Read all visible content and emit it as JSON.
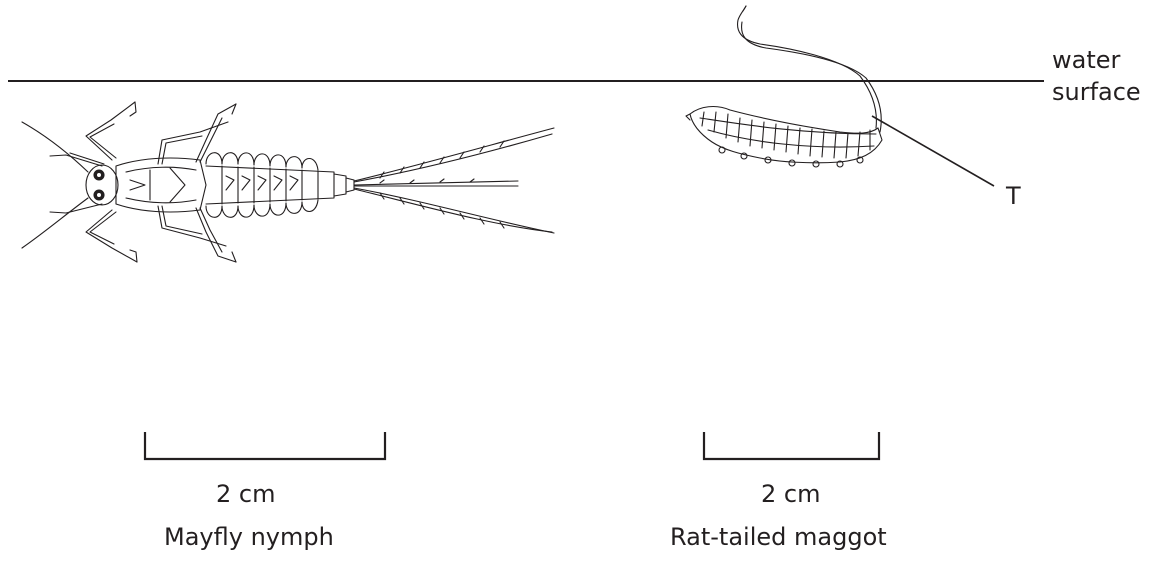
{
  "water_surface": {
    "line1": "water",
    "line2": "surface"
  },
  "label_t": "T",
  "mayfly": {
    "scale_label": "2 cm",
    "caption": "Mayfly nymph"
  },
  "maggot": {
    "scale_label": "2 cm",
    "caption": "Rat-tailed maggot"
  },
  "colors": {
    "ink": "#231f20",
    "background": "#ffffff"
  }
}
